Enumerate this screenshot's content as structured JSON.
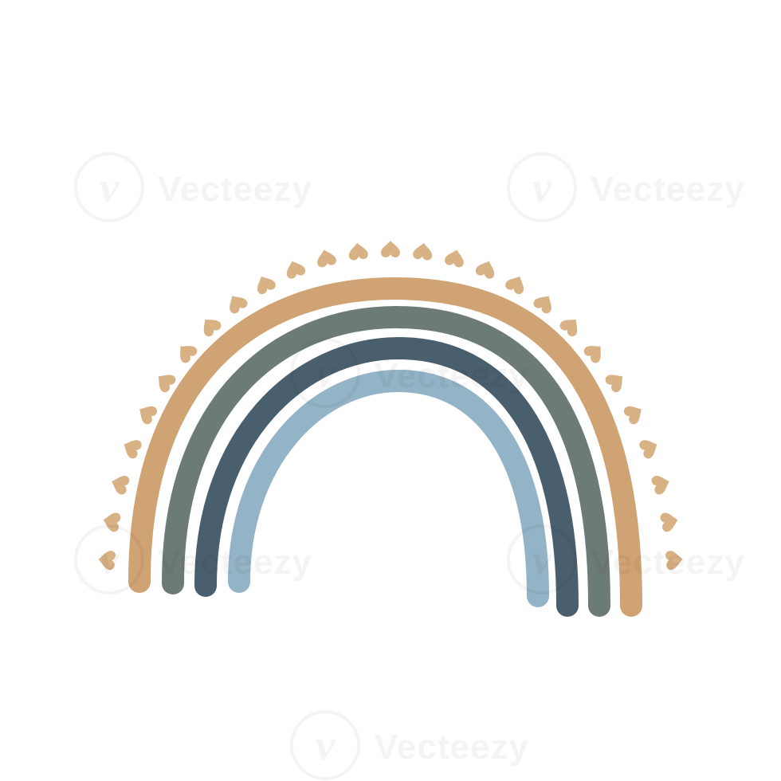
{
  "image": {
    "subject": "boho-rainbow-with-hearts",
    "background_color": "#ffffff"
  },
  "rainbow": {
    "bands": [
      {
        "name": "outer-band",
        "color": "#cfa373"
      },
      {
        "name": "second-band",
        "color": "#6d7b78"
      },
      {
        "name": "third-band",
        "color": "#4a5f6e"
      },
      {
        "name": "inner-band",
        "color": "#93b3c6"
      }
    ],
    "heart_color": "#d8b184",
    "heart_count": 27
  },
  "watermark": {
    "text": "Vecteezy",
    "logo_letter": "v",
    "icon": "vecteezy-logo-icon"
  }
}
